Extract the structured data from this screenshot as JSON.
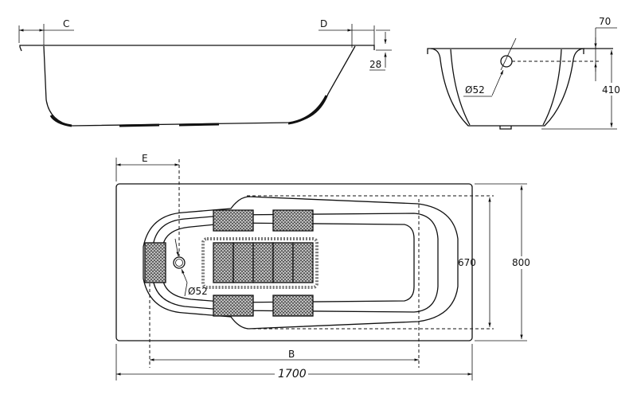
{
  "side_view": {
    "dim_c": "C",
    "dim_d": "D",
    "dim_rim": "28"
  },
  "end_view": {
    "dim_overflow": "70",
    "dim_height": "410",
    "dim_overflow_diameter": "Ø52"
  },
  "plan_view": {
    "dim_e": "E",
    "dim_b": "B",
    "dim_length": "1700",
    "dim_inner_width": "670",
    "dim_width": "800",
    "dim_drain_diameter": "Ø52"
  }
}
